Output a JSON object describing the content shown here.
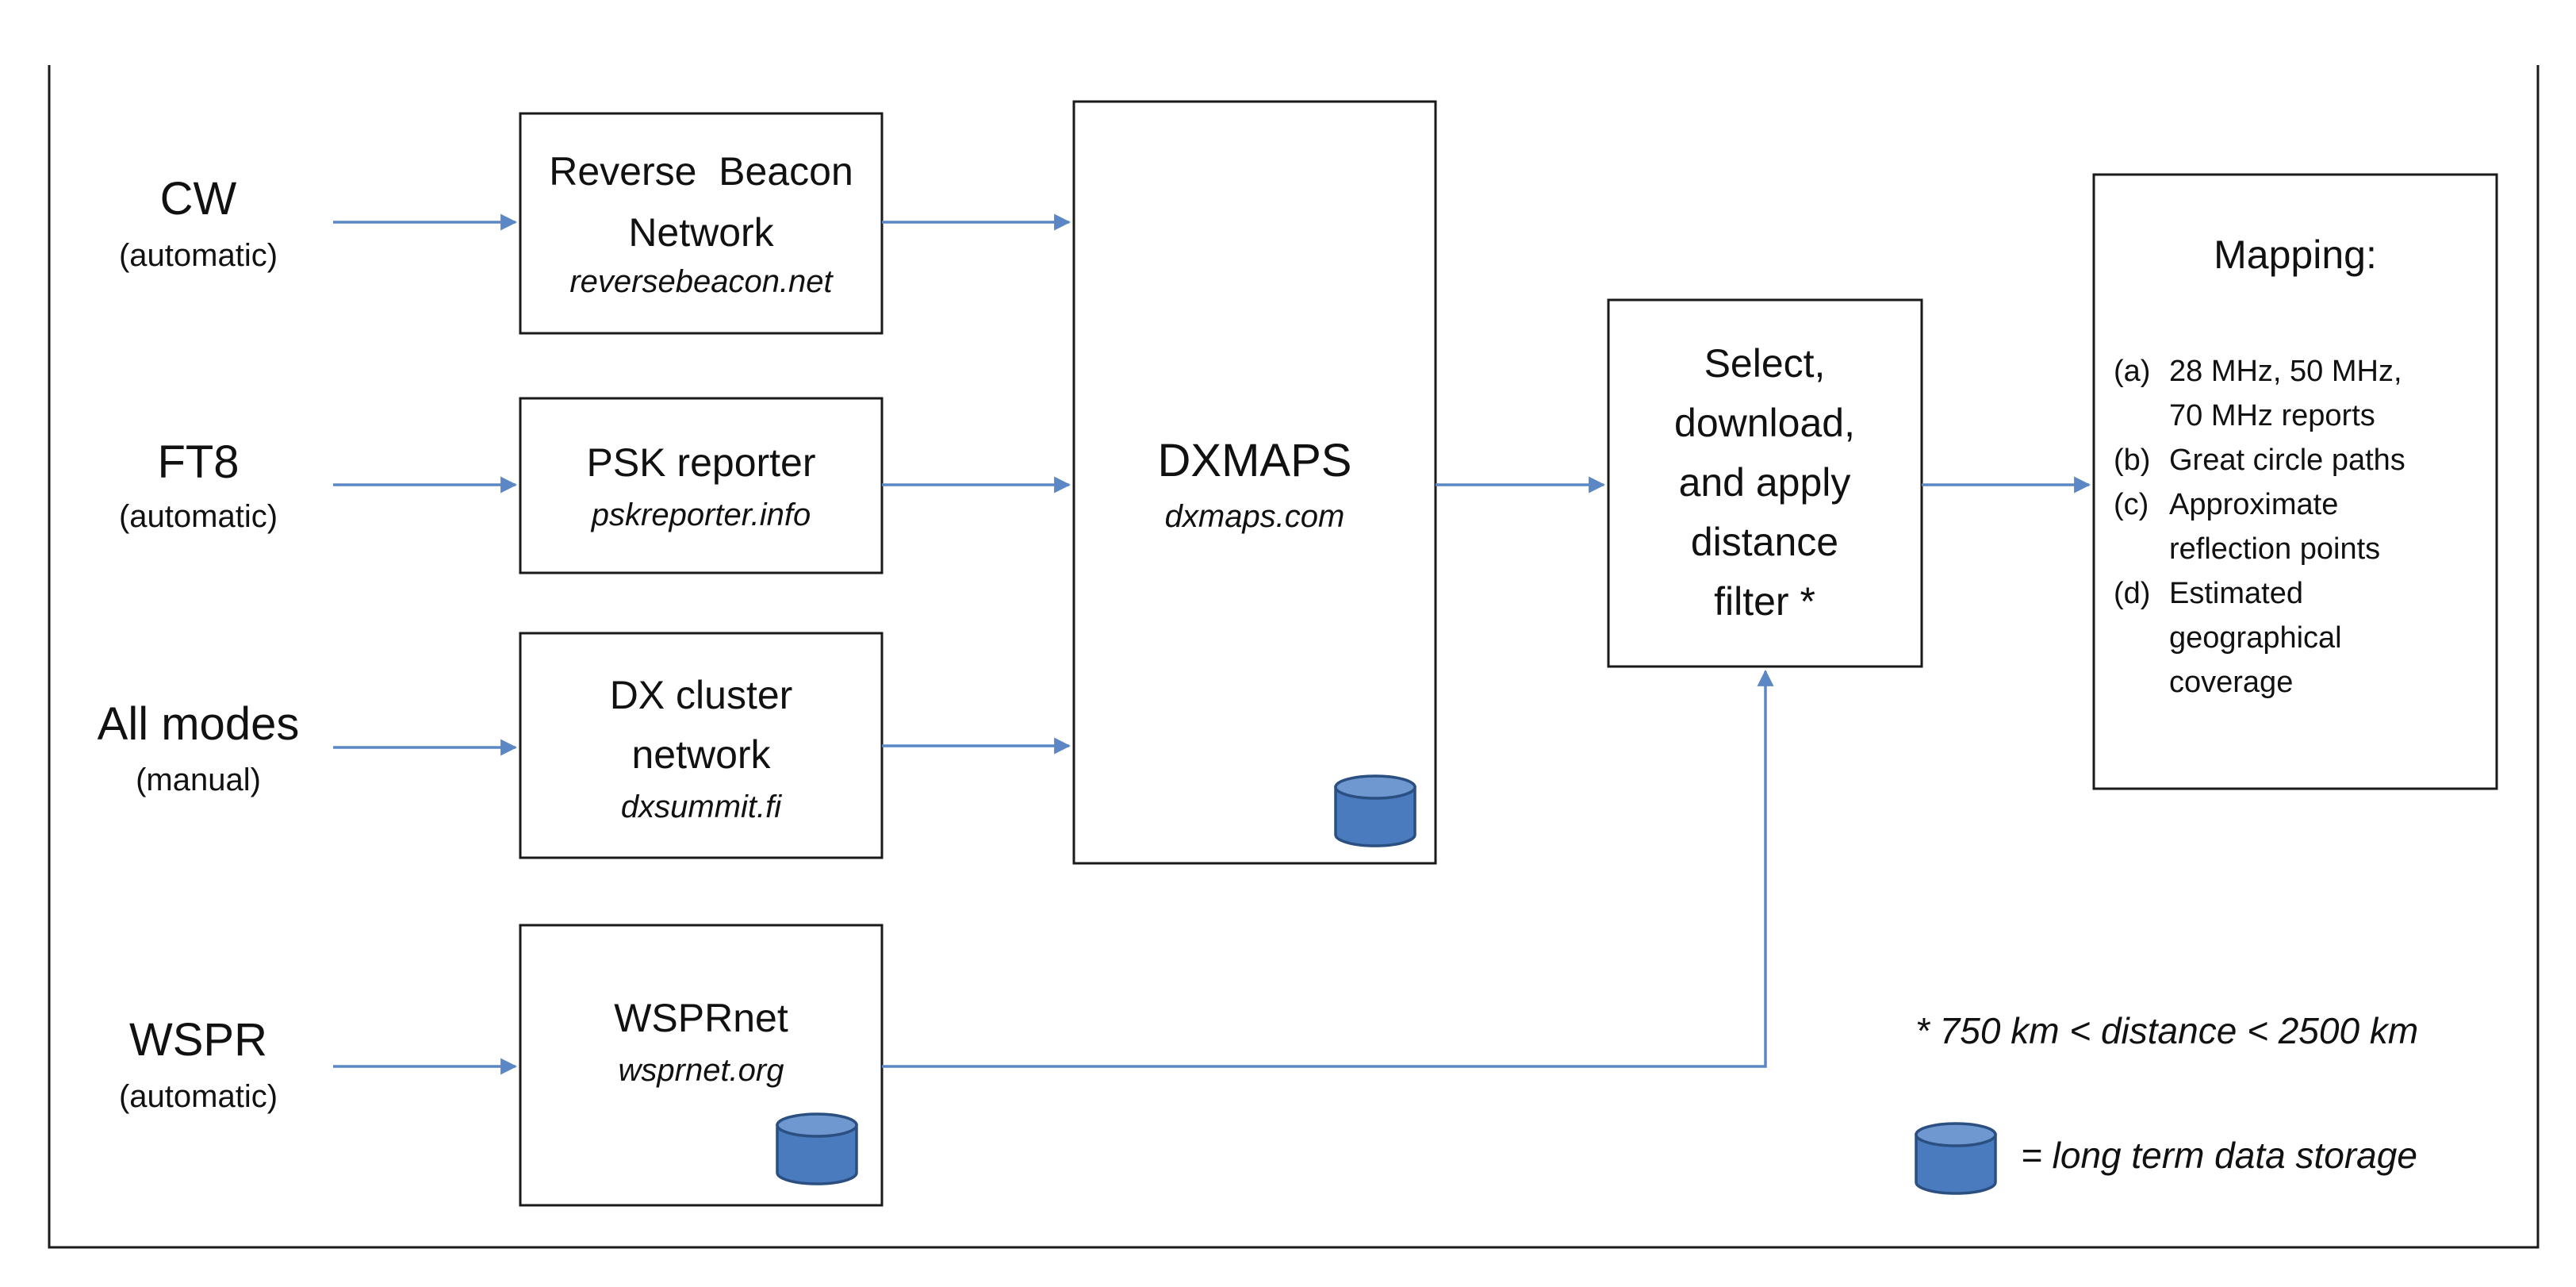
{
  "sources": [
    {
      "label": "CW",
      "sublabel": "(automatic)"
    },
    {
      "label": "FT8",
      "sublabel": "(automatic)"
    },
    {
      "label": "All modes",
      "sublabel": "(manual)"
    },
    {
      "label": "WSPR",
      "sublabel": "(automatic)"
    }
  ],
  "networks": {
    "rbn": {
      "line1": "Reverse  Beacon",
      "line2": "Network",
      "url": "reversebeacon.net"
    },
    "psk": {
      "line1": "PSK reporter",
      "url": "pskreporter.info"
    },
    "dx": {
      "line1": "DX cluster",
      "line2": "network",
      "url": "dxsummit.fi"
    },
    "wspr": {
      "line1": "WSPRnet",
      "url": "wsprnet.org",
      "icon": "database-cylinder-icon"
    }
  },
  "dxmaps": {
    "title": "DXMAPS",
    "url": "dxmaps.com",
    "icon": "database-cylinder-icon"
  },
  "filter": {
    "lines": [
      "Select,",
      "download,",
      "and apply",
      "distance",
      "filter *"
    ]
  },
  "mapping": {
    "title": "Mapping:",
    "items": [
      {
        "marker": "(a)",
        "lines": [
          "28 MHz, 50 MHz,",
          "70 MHz reports"
        ]
      },
      {
        "marker": "(b)",
        "lines": [
          "Great circle paths"
        ]
      },
      {
        "marker": "(c)",
        "lines": [
          "Approximate",
          "reflection points"
        ]
      },
      {
        "marker": "(d)",
        "lines": [
          "Estimated",
          "geographical",
          "coverage"
        ]
      }
    ]
  },
  "notes": {
    "distance": "* 750 km < distance < 2500 km",
    "storage": "= long term data storage",
    "storage_icon": "database-cylinder-icon"
  },
  "colors": {
    "connector": "#5b88c4",
    "cylinder_fill": "#4a7bbe",
    "cylinder_top": "#6f98d0",
    "cylinder_stroke": "#2a4f80"
  }
}
